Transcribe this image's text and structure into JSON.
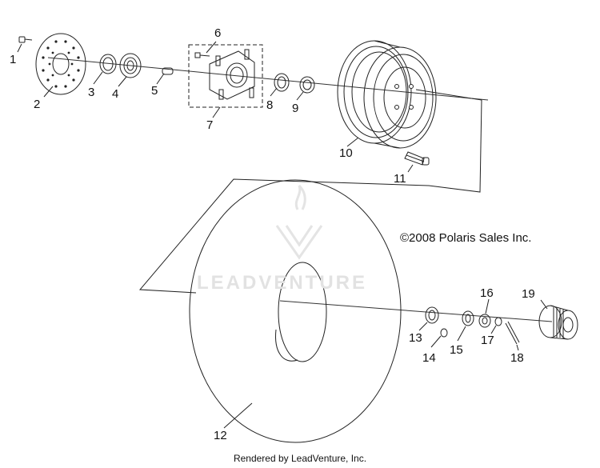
{
  "diagram": {
    "copyright": "©2008 Polaris Sales Inc.",
    "footer": "Rendered by LeadVenture, Inc.",
    "watermark_text": "LEADVENTURE",
    "callouts": [
      "1",
      "2",
      "3",
      "4",
      "5",
      "6",
      "7",
      "8",
      "9",
      "10",
      "11",
      "12",
      "13",
      "14",
      "15",
      "16",
      "17",
      "18",
      "19"
    ]
  }
}
